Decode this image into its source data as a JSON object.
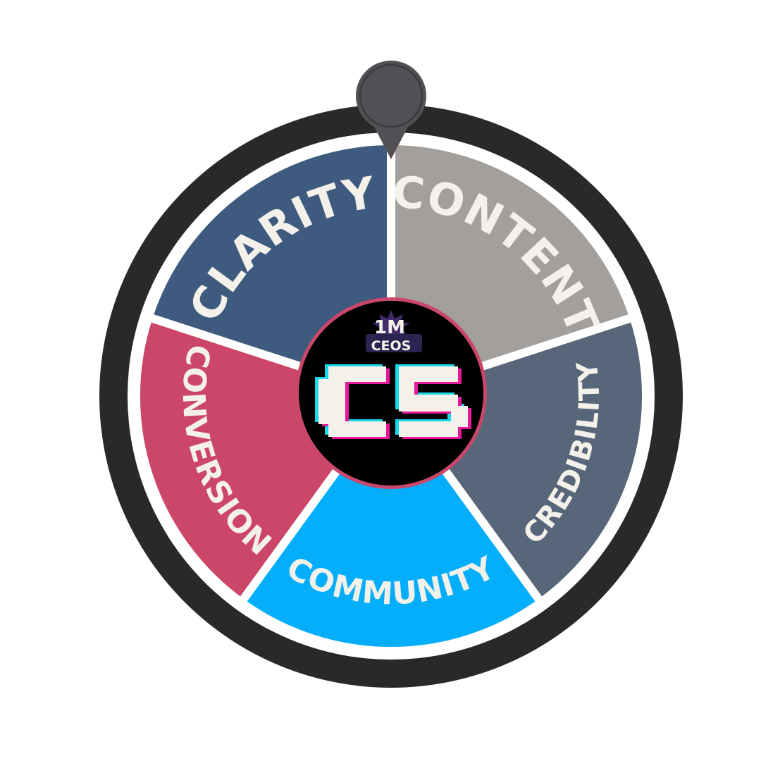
{
  "wheel": {
    "colors": {
      "rim": "#292a27",
      "divider": "#ffffff",
      "pointer": "#525055",
      "center": "#000000",
      "center_ring": "#c8476a",
      "text": "#f4f1ea"
    },
    "segments": [
      {
        "label": "CLARITY",
        "color": "#3e5a7e"
      },
      {
        "label": "CONTENT",
        "color": "#a39f9c"
      },
      {
        "label": "CREDIBILITY",
        "color": "#586679"
      },
      {
        "label": "COMMUNITY",
        "color": "#04aefb"
      },
      {
        "label": "CONVERSION",
        "color": "#cc4767"
      }
    ],
    "center_logo": {
      "badge_top": "1M",
      "badge_bottom": "CEOS",
      "monogram": "C5"
    }
  }
}
